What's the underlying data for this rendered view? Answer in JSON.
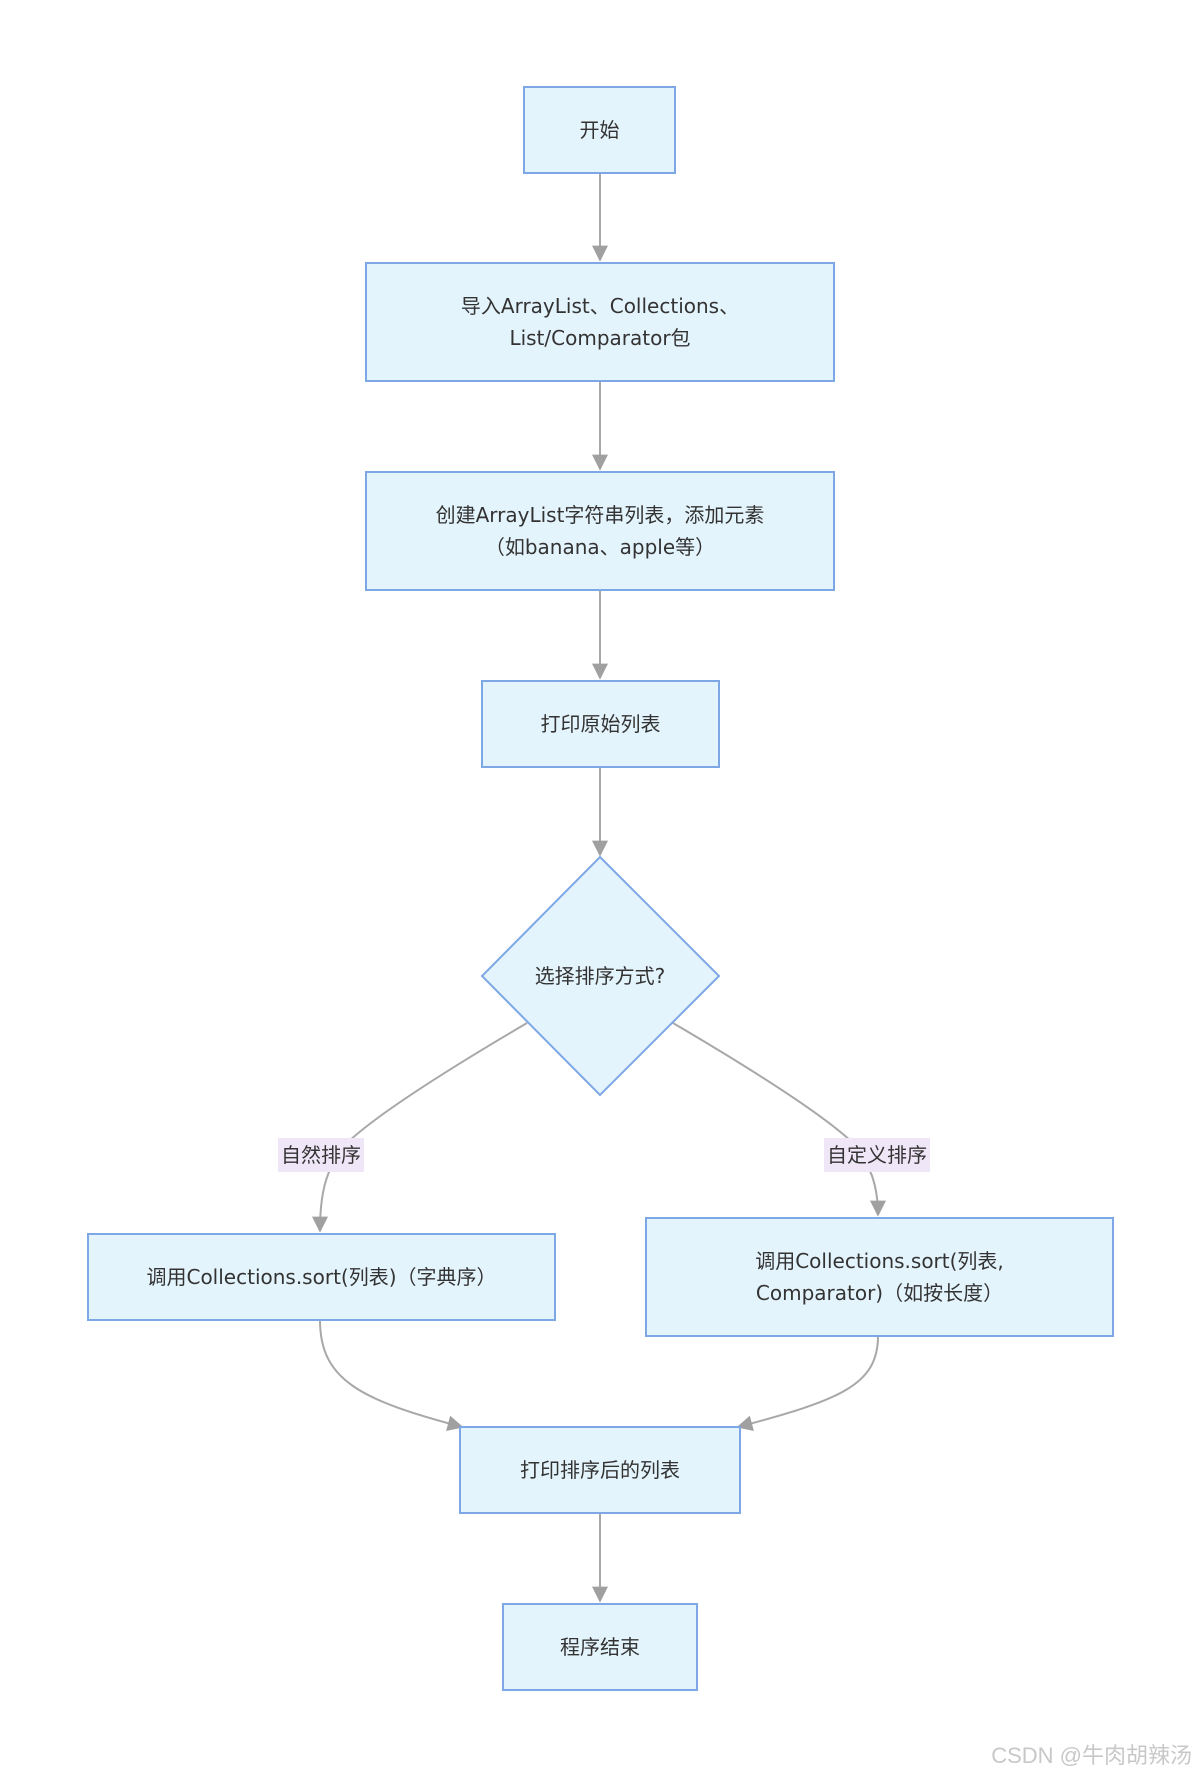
{
  "diagram": {
    "type": "flowchart",
    "direction": "top-down",
    "colors": {
      "node_fill": "#e4f4fc",
      "node_border": "#7ea7e6",
      "edge": "#a8a8a8",
      "edge_label_bg": "#efe6f7",
      "text": "#333333"
    },
    "nodes": {
      "start": {
        "label": "开始"
      },
      "import": {
        "lines": [
          "导入ArrayList、Collections、",
          "List/Comparator包"
        ]
      },
      "create": {
        "lines": [
          "创建ArrayList字符串列表，添加元素",
          "（如banana、apple等）"
        ]
      },
      "print_original": {
        "label": "打印原始列表"
      },
      "decision": {
        "label": "选择排序方式?"
      },
      "natural_sort": {
        "label": "调用Collections.sort(列表)（字典序）"
      },
      "custom_sort": {
        "lines": [
          "调用Collections.sort(列表,",
          "Comparator)（如按长度）"
        ]
      },
      "print_sorted": {
        "label": "打印排序后的列表"
      },
      "end": {
        "label": "程序结束"
      }
    },
    "edges": [
      {
        "from": "start",
        "to": "import",
        "label": ""
      },
      {
        "from": "import",
        "to": "create",
        "label": ""
      },
      {
        "from": "create",
        "to": "print_original",
        "label": ""
      },
      {
        "from": "print_original",
        "to": "decision",
        "label": ""
      },
      {
        "from": "decision",
        "to": "natural_sort",
        "label": "自然排序"
      },
      {
        "from": "decision",
        "to": "custom_sort",
        "label": "自定义排序"
      },
      {
        "from": "natural_sort",
        "to": "print_sorted",
        "label": ""
      },
      {
        "from": "custom_sort",
        "to": "print_sorted",
        "label": ""
      },
      {
        "from": "print_sorted",
        "to": "end",
        "label": ""
      }
    ]
  },
  "watermark": "CSDN @牛肉胡辣汤"
}
